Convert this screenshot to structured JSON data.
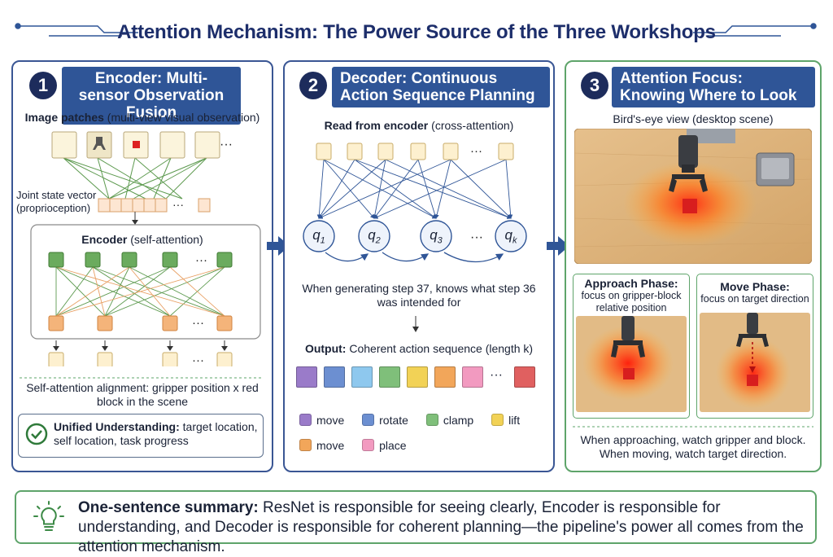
{
  "title": "Attention Mechanism: The Power Source of the Three Workshops",
  "panel1": {
    "number": "1",
    "header": "Encoder: Multi-sensor Observation Fusion",
    "image_patches_bold": "Image patches",
    "image_patches_rest": " (multi-view visual observation)",
    "joint_state": "Joint state vector (proprioception)",
    "encoder_bold": "Encoder",
    "encoder_rest": " (self-attention)",
    "ellipsis": "···",
    "alignment": "Self-attention alignment: gripper position x red block in the scene",
    "unified_bold": "Unified Understanding:",
    "unified_rest": " target location, self location, task progress"
  },
  "panel2": {
    "number": "2",
    "header": "Decoder: Continuous Action Sequence Planning",
    "read_bold": "Read from encoder",
    "read_rest": " (cross-attention)",
    "queries": [
      "q1",
      "q2",
      "q3",
      "qk"
    ],
    "ellipsis": "···",
    "step_note": "When generating step 37, knows what step 36 was intended for",
    "output_bold": "Output:",
    "output_rest": " Coherent action sequence (length k)",
    "output_colors": [
      "#9a7bc9",
      "#6c8fd1",
      "#8ec8ee",
      "#7fbf7a",
      "#f2d256",
      "#f2a65a",
      "#f29ac0",
      "#e06060"
    ],
    "legend": [
      {
        "label": "move",
        "color": "#9a7bc9"
      },
      {
        "label": "rotate",
        "color": "#6c8fd1"
      },
      {
        "label": "clamp",
        "color": "#7fbf7a"
      },
      {
        "label": "lift",
        "color": "#f2d256"
      },
      {
        "label": "move",
        "color": "#f2a65a"
      },
      {
        "label": "place",
        "color": "#f29ac0"
      }
    ]
  },
  "panel3": {
    "number": "3",
    "header": "Attention Focus: Knowing Where to Look",
    "birdseye": "Bird's-eye view (desktop scene)",
    "approach_title": "Approach Phase:",
    "approach_desc": "focus on gripper-block relative position",
    "move_title": "Move Phase:",
    "move_desc": "focus on target direction",
    "bottom_note": "When approaching, watch gripper and block. When moving, watch target direction."
  },
  "summary": {
    "bold": "One-sentence summary:",
    "rest": " ResNet is responsible for seeing clearly, Encoder is responsible for understanding, and Decoder is responsible for coherent planning—the pipeline's power all comes from the attention mechanism."
  },
  "colors": {
    "navy": "#1d2e6b",
    "header_blue": "#2f5597",
    "panel_border_blue": "#3a5694",
    "panel_border_green": "#5ea46a",
    "arrow_blue": "#2f5597"
  }
}
